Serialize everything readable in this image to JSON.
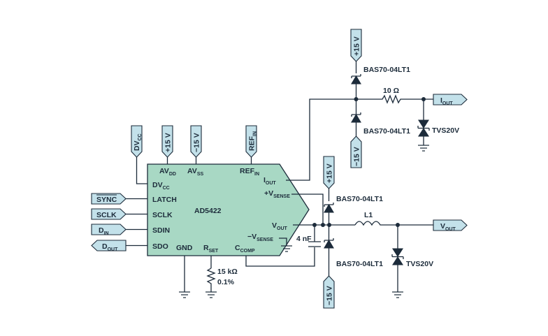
{
  "ic": {
    "name": "AD5422",
    "pins": {
      "avdd": "AV",
      "avdd_sub": "DD",
      "avss": "AV",
      "avss_sub": "SS",
      "refin": "REF",
      "refin_sub": "IN",
      "dvcc": "DV",
      "dvcc_sub": "CC",
      "latch": "LATCH",
      "sclk": "SCLK",
      "sdin": "SDIN",
      "sdo": "SDO",
      "gnd": "GND",
      "rset": "R",
      "rset_sub": "SET",
      "ccomp": "C",
      "ccomp_sub": "COMP",
      "iout": "I",
      "iout_sub": "OUT",
      "vsense_pos": "+V",
      "vsense_pos_sub": "SENSE",
      "vout": "V",
      "vout_sub": "OUT",
      "vsense_neg": "−V",
      "vsense_neg_sub": "SENSE"
    }
  },
  "tags": {
    "dvcc": "DV",
    "dvcc_sub": "CC",
    "p15": "+15 V",
    "m15": "−15 V",
    "refin": "REF",
    "refin_sub": "IN",
    "sync": "SYNC",
    "sclk": "SCLK",
    "din": "D",
    "din_sub": "IN",
    "dout": "D",
    "dout_sub": "OUT",
    "iout": "I",
    "iout_sub": "OUT",
    "vout": "V",
    "vout_sub": "OUT"
  },
  "components": {
    "diode_top_upper": "BAS70-04LT1",
    "diode_top_lower": "BAS70-04LT1",
    "diode_bot_upper": "BAS70-04LT1",
    "diode_bot_lower": "BAS70-04LT1",
    "r_iout": "10 Ω",
    "tvs_top": "TVS20V",
    "tvs_bot": "TVS20V",
    "inductor": "L1",
    "cap": "4 nF",
    "rset_value": "15 kΩ",
    "rset_tol": "0.1%"
  }
}
